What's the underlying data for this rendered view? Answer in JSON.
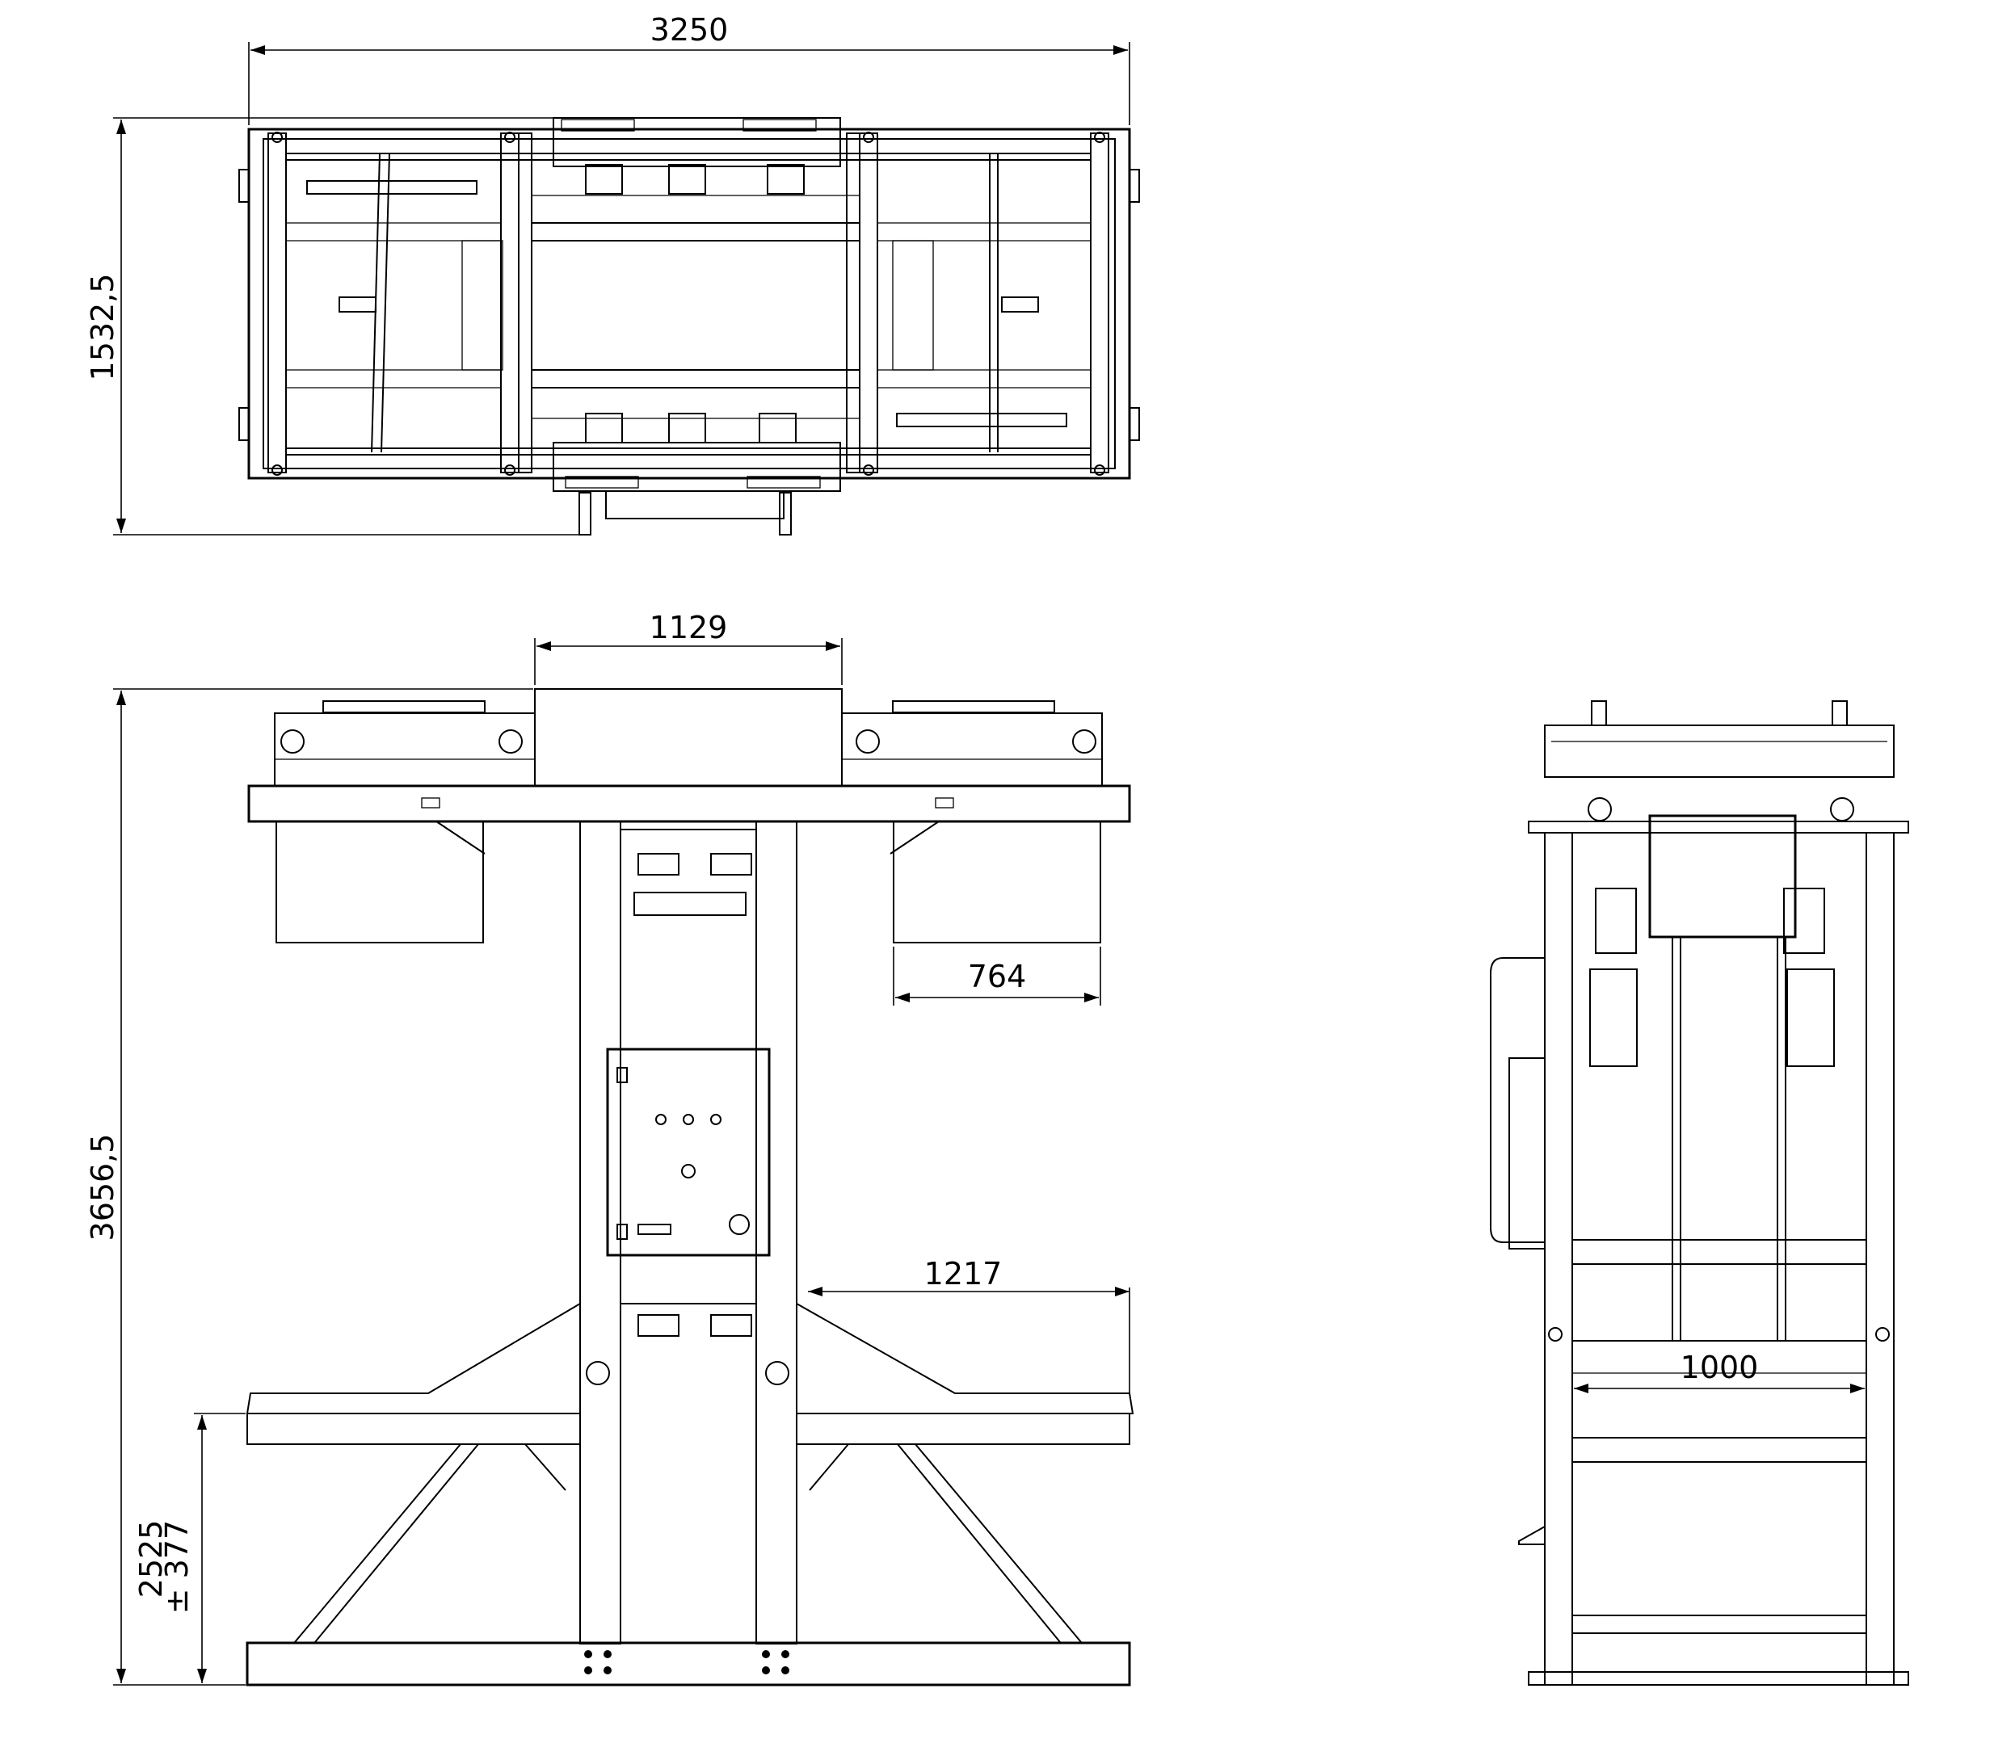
{
  "dimensions": {
    "top_view_width": "3250",
    "top_view_depth": "1532,5",
    "front_center_width": "1129",
    "front_side_box_width": "764",
    "front_total_height": "3656,5",
    "front_arm_reach": "1217",
    "front_work_height": "2525",
    "front_work_height_tolerance": "± 377",
    "side_view_width": "1000"
  }
}
